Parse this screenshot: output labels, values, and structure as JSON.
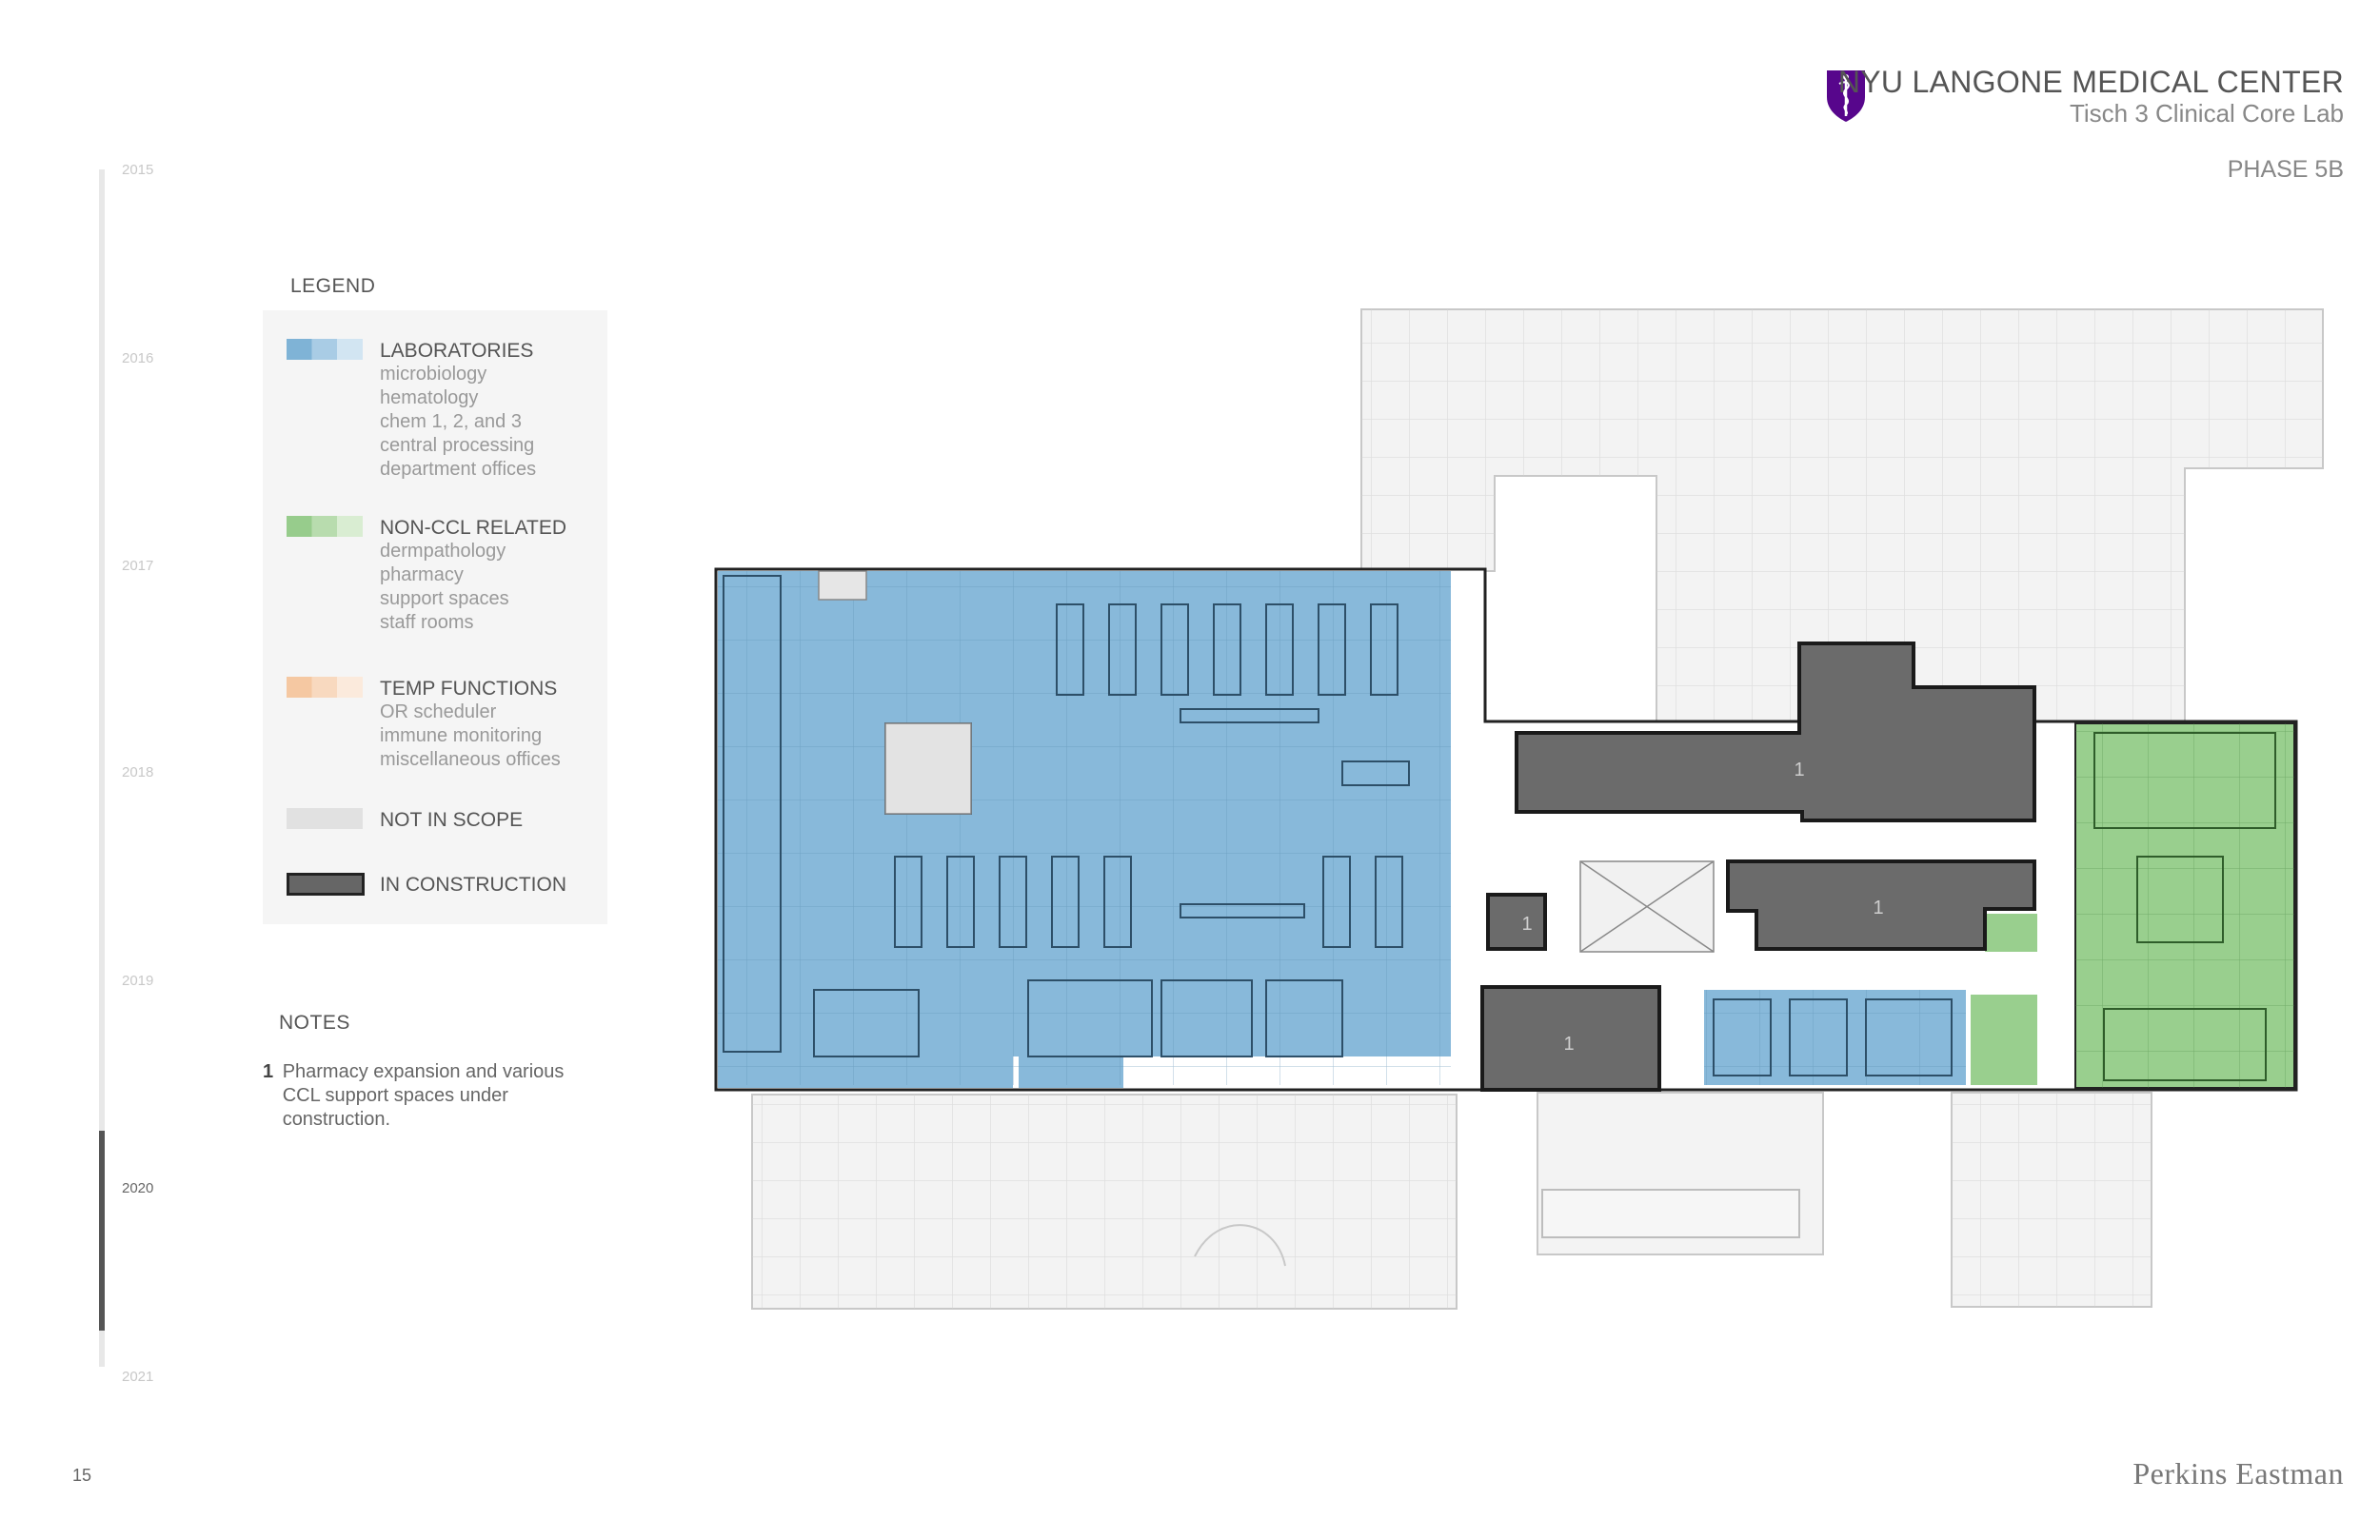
{
  "header": {
    "organization": "NYU LANGONE MEDICAL CENTER",
    "project": "Tisch 3 Clinical Core Lab",
    "phase": "PHASE 5B",
    "logo_icon": "caduceus-shield-icon",
    "brand_color": "#57068c"
  },
  "timeline": {
    "years": [
      "2015",
      "2016",
      "2017",
      "2018",
      "2019",
      "2020",
      "2021"
    ],
    "active_year": "2020"
  },
  "legend": {
    "title": "LEGEND",
    "entries": [
      {
        "label": "LABORATORIES",
        "items": [
          "microbiology",
          "hematology",
          "chem 1, 2, and 3",
          "central processing",
          "department offices"
        ],
        "colors": [
          "#7fb3d6",
          "#a9cce5",
          "#d2e5f2"
        ]
      },
      {
        "label": "NON-CCL RELATED",
        "items": [
          "dermpathology",
          "pharmacy",
          "support spaces",
          "staff rooms"
        ],
        "colors": [
          "#97cc8c",
          "#b8dcae",
          "#d9edd2"
        ]
      },
      {
        "label": "TEMP FUNCTIONS",
        "items": [
          "OR scheduler",
          "immune monitoring",
          "miscellaneous offices"
        ],
        "colors": [
          "#f5c8a2",
          "#f8d9bf",
          "#fbeadc"
        ]
      },
      {
        "label": "NOT IN SCOPE",
        "items": [],
        "colors": [
          "#e1e1e1"
        ]
      },
      {
        "label": "IN CONSTRUCTION",
        "items": [],
        "colors": [
          "#666666"
        ]
      }
    ]
  },
  "notes": {
    "title": "NOTES",
    "items": [
      {
        "number": "1",
        "text": "Pharmacy expansion and various CCL support spaces under construction."
      }
    ]
  },
  "plan": {
    "construction_tag": "1",
    "colors": {
      "lab": "#88b9da",
      "non_ccl": "#99cf8e",
      "construction": "#6b6b6b",
      "context": "#ececec",
      "line": "#222222"
    }
  },
  "footer": {
    "page_number": "15",
    "firm": "Perkins Eastman"
  }
}
